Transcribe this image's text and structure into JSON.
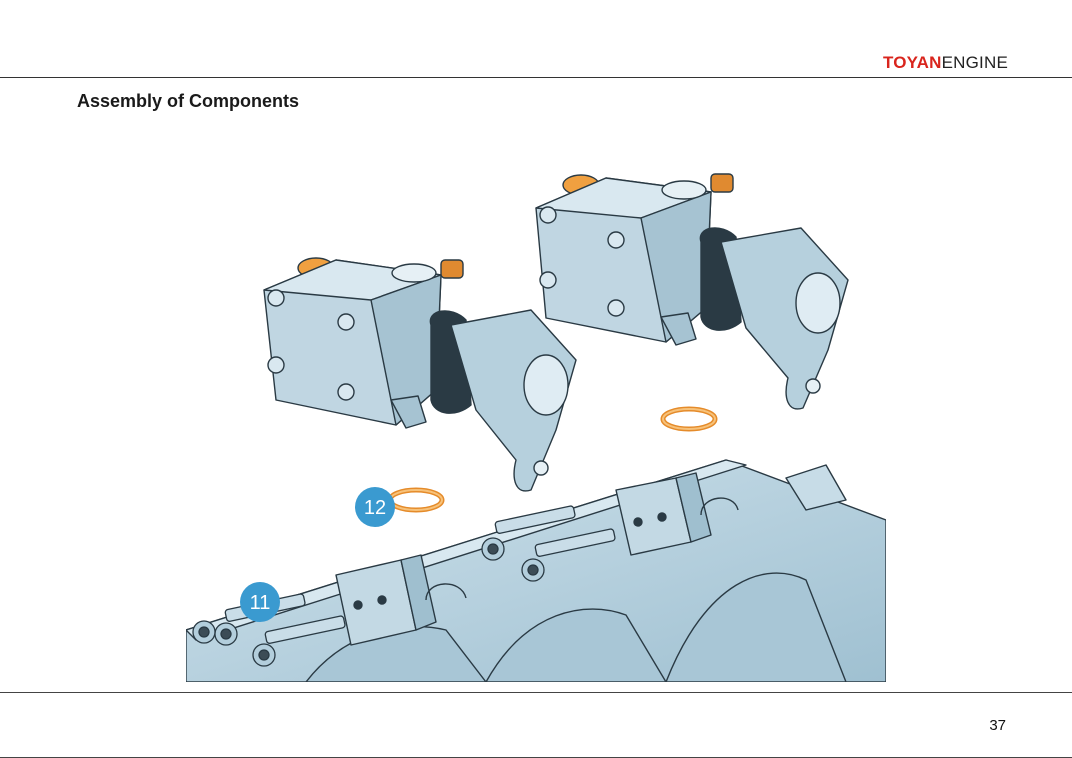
{
  "header": {
    "brand_strong": "TOYAN",
    "brand_light": "ENGINE"
  },
  "page": {
    "title": "Assembly of Components",
    "number": "37"
  },
  "figure": {
    "callouts": [
      {
        "label": "12"
      },
      {
        "label": "11"
      }
    ],
    "colors": {
      "part_fill": "#b9d3e0",
      "part_dark": "#8fb2c4",
      "outline": "#2a3a44",
      "oring": "#f0a040",
      "callout": "#3a9ad0"
    }
  }
}
